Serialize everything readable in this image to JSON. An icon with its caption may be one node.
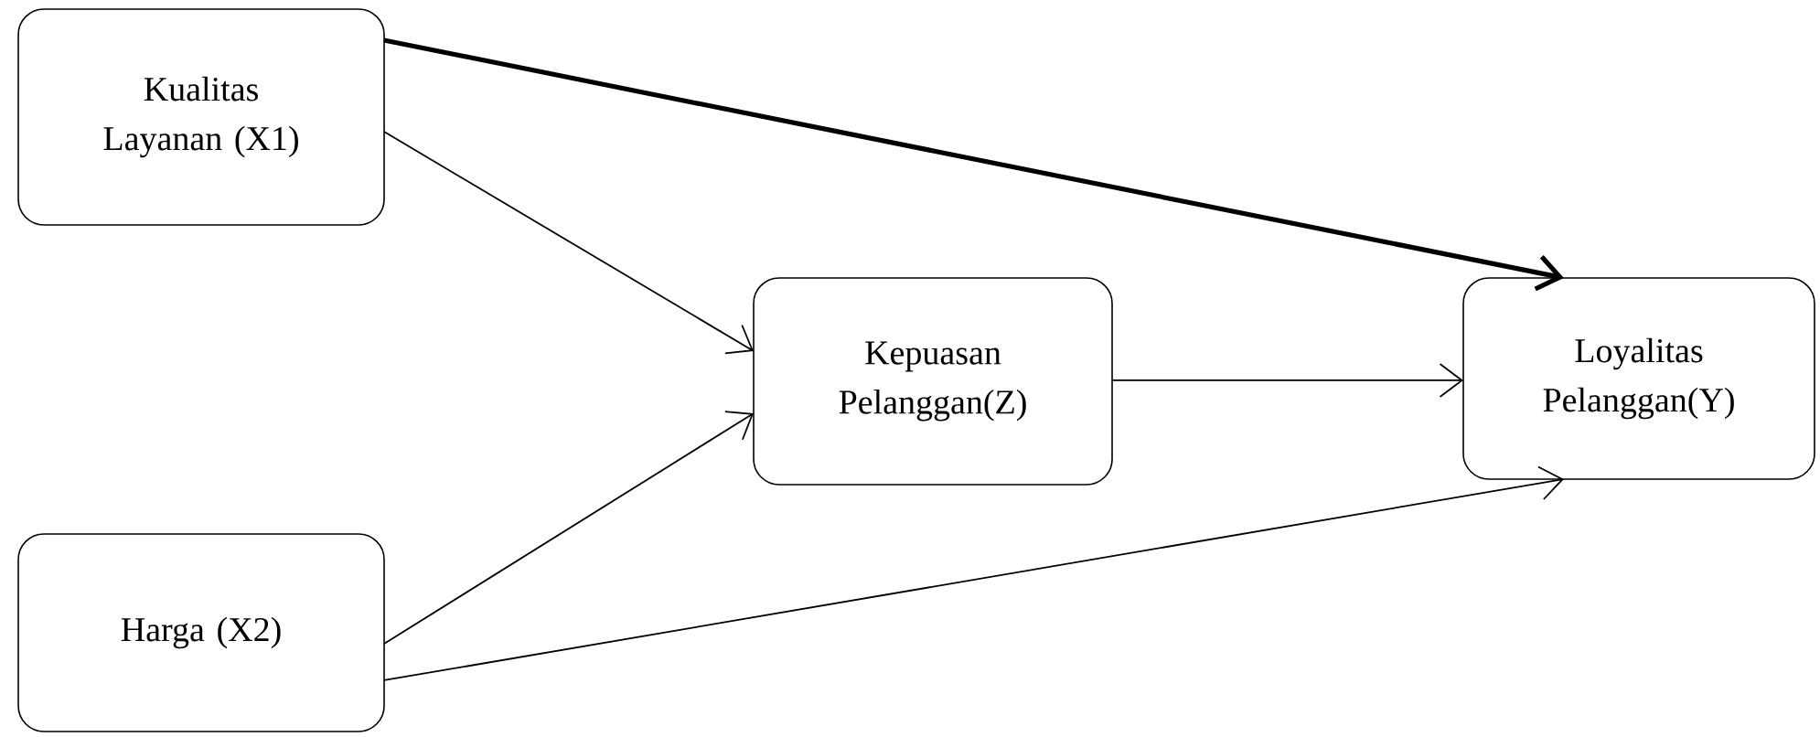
{
  "diagram": {
    "nodes": [
      {
        "text": [
          "Kualitas Layanan (X1)"
        ]
      },
      {
        "text": [
          "Harga (X2)"
        ]
      },
      {
        "text": [
          "Kepuasan Pelanggan(Z)"
        ]
      },
      {
        "text": [
          "Loyalitas Pelanggan(Y)"
        ]
      }
    ],
    "edges": [
      {
        "from": 0,
        "to": 3,
        "arrow": "to",
        "style": "thick"
      },
      {
        "from": 0,
        "to": 2,
        "arrow": "to"
      },
      {
        "from": 1,
        "to": 2,
        "arrow": "to"
      },
      {
        "from": 1,
        "to": 3,
        "arrow": "to"
      },
      {
        "from": 2,
        "to": 3,
        "arrow": "to"
      }
    ]
  }
}
